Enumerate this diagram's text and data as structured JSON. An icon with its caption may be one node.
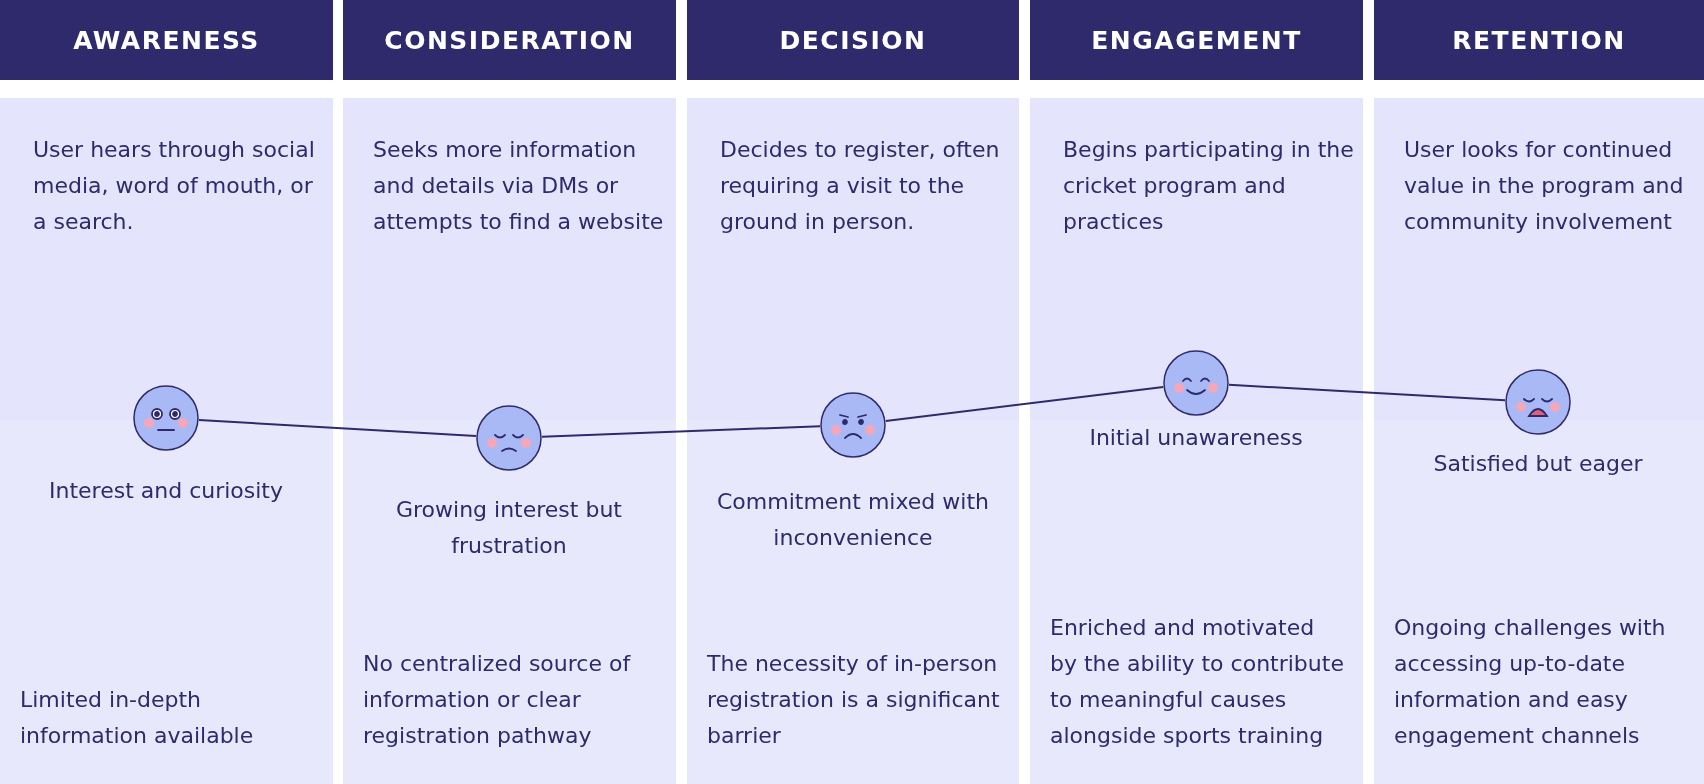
{
  "diagram": {
    "nodes": [
      {
        "text": [
          "AWARENESS"
        ]
      },
      {
        "text": [
          "CONSIDERATION"
        ]
      },
      {
        "text": [
          "DECISION"
        ]
      },
      {
        "text": [
          "ENGAGEMENT"
        ]
      },
      {
        "text": [
          "RETENTION"
        ]
      },
      {
        "text": [
          "User hears through social media, word of mouth, or a search.",
          "Limited in-depth information available"
        ]
      },
      {
        "text": [],
        "shape": "circle",
        "in": 5,
        "beside": [
          "Interest and curiosity"
        ]
      },
      {
        "text": [
          "Seeks more information and details via DMs or attempts to find a website",
          "No centralized source of information or clear registration pathway"
        ]
      },
      {
        "text": [],
        "shape": "circle",
        "in": 7,
        "beside": [
          "Growing interest but frustration"
        ]
      },
      {
        "text": [
          "Decides to register, often requiring a visit to the ground in person.",
          "The necessity of in-person registration is a significant barrier"
        ]
      },
      {
        "text": [],
        "shape": "circle",
        "in": 9,
        "beside": [
          "Commitment mixed with inconvenience"
        ]
      },
      {
        "text": [
          "Begins participating in the cricket program and practices",
          "Enriched and motivated by the ability to contribute to meaningful causes alongside sports training"
        ]
      },
      {
        "text": [],
        "shape": "circle",
        "in": 11,
        "beside": [
          "Initial unawareness"
        ]
      },
      {
        "text": [
          "User looks for continued value in the program and community involvement",
          "Ongoing challenges with accessing up-to-date information and easy engagement channels"
        ]
      },
      {
        "text": [],
        "shape": "circle",
        "in": 13,
        "beside": [
          "Satisfied but eager"
        ]
      }
    ],
    "edges": [
      {
        "from": 6,
        "to": 8,
        "arrow": "none"
      },
      {
        "from": 8,
        "to": 10,
        "arrow": "none"
      },
      {
        "from": 10,
        "to": 12,
        "arrow": "none"
      },
      {
        "from": 12,
        "to": 14,
        "arrow": "none"
      }
    ]
  }
}
